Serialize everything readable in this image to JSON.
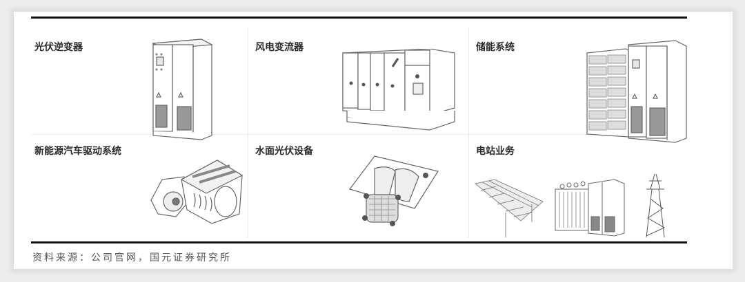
{
  "figure": {
    "cells": [
      {
        "title": "光伏逆变器",
        "illustration": "pv-inverter-cabinet-icon"
      },
      {
        "title": "风电变流器",
        "illustration": "wind-converter-cabinet-icon"
      },
      {
        "title": "储能系统",
        "illustration": "energy-storage-system-icon"
      },
      {
        "title": "新能源汽车驱动系统",
        "illustration": "ev-drive-system-icon"
      },
      {
        "title": "水面光伏设备",
        "illustration": "floating-pv-equipment-icon"
      },
      {
        "title": "电站业务",
        "illustration": "power-station-icons"
      }
    ],
    "source": "资料来源：公司官网，国元证券研究所"
  }
}
